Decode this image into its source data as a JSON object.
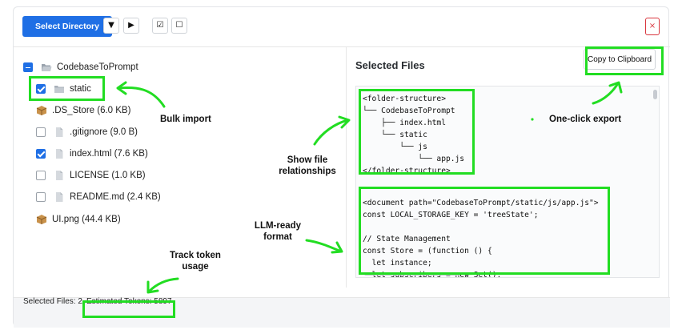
{
  "toolbar": {
    "select_directory": "Select Directory",
    "expand_glyph": "▼",
    "collapse_glyph": "▶",
    "check_all_glyph": "☑",
    "uncheck_all_glyph": "☐",
    "close_glyph": "×"
  },
  "tree": {
    "root": {
      "label": "CodebaseToPrompt",
      "icon": "folder-open-icon"
    },
    "items": [
      {
        "label": "static",
        "icon": "folder-icon",
        "checked": true
      },
      {
        "label": ".DS_Store (6.0 KB)",
        "icon": "package-icon",
        "checkbox": false
      },
      {
        "label": ".gitignore (9.0 B)",
        "icon": "file-icon",
        "checked": false
      },
      {
        "label": "index.html (7.6 KB)",
        "icon": "file-icon",
        "checked": true
      },
      {
        "label": "LICENSE (1.0 KB)",
        "icon": "file-icon",
        "checked": false
      },
      {
        "label": "README.md (2.4 KB)",
        "icon": "file-icon",
        "checked": false
      },
      {
        "label": "UI.png (44.4 KB)",
        "icon": "package-icon",
        "checkbox": false
      }
    ]
  },
  "selected": {
    "title": "Selected Files",
    "copy_button": "Copy to Clipboard",
    "structure_lines": [
      "<folder-structure>",
      "└── CodebaseToPrompt",
      "    ├── index.html",
      "    └── static",
      "        └── js",
      "            └── app.js",
      "</folder-structure>"
    ],
    "document_lines": [
      "<document path=\"CodebaseToPrompt/static/js/app.js\">",
      "const LOCAL_STORAGE_KEY = 'treeState';",
      "",
      "// State Management",
      "const Store = (function () {",
      "  let instance;",
      "  let subscribers = new Set();"
    ]
  },
  "footer": {
    "selected_files": "Selected Files: 2",
    "estimated_tokens": "Estimated Tokens: 5897"
  },
  "annotations": {
    "bulk_import": "Bulk import",
    "show_file_relationships": "Show file\nrelationships",
    "llm_ready_format": "LLM-ready\nformat",
    "track_token_usage": "Track token\nusage",
    "one_click_export": "One-click export"
  },
  "colors": {
    "primary": "#1f6fe5",
    "highlight": "#22dd22",
    "close": "#d9363e"
  }
}
